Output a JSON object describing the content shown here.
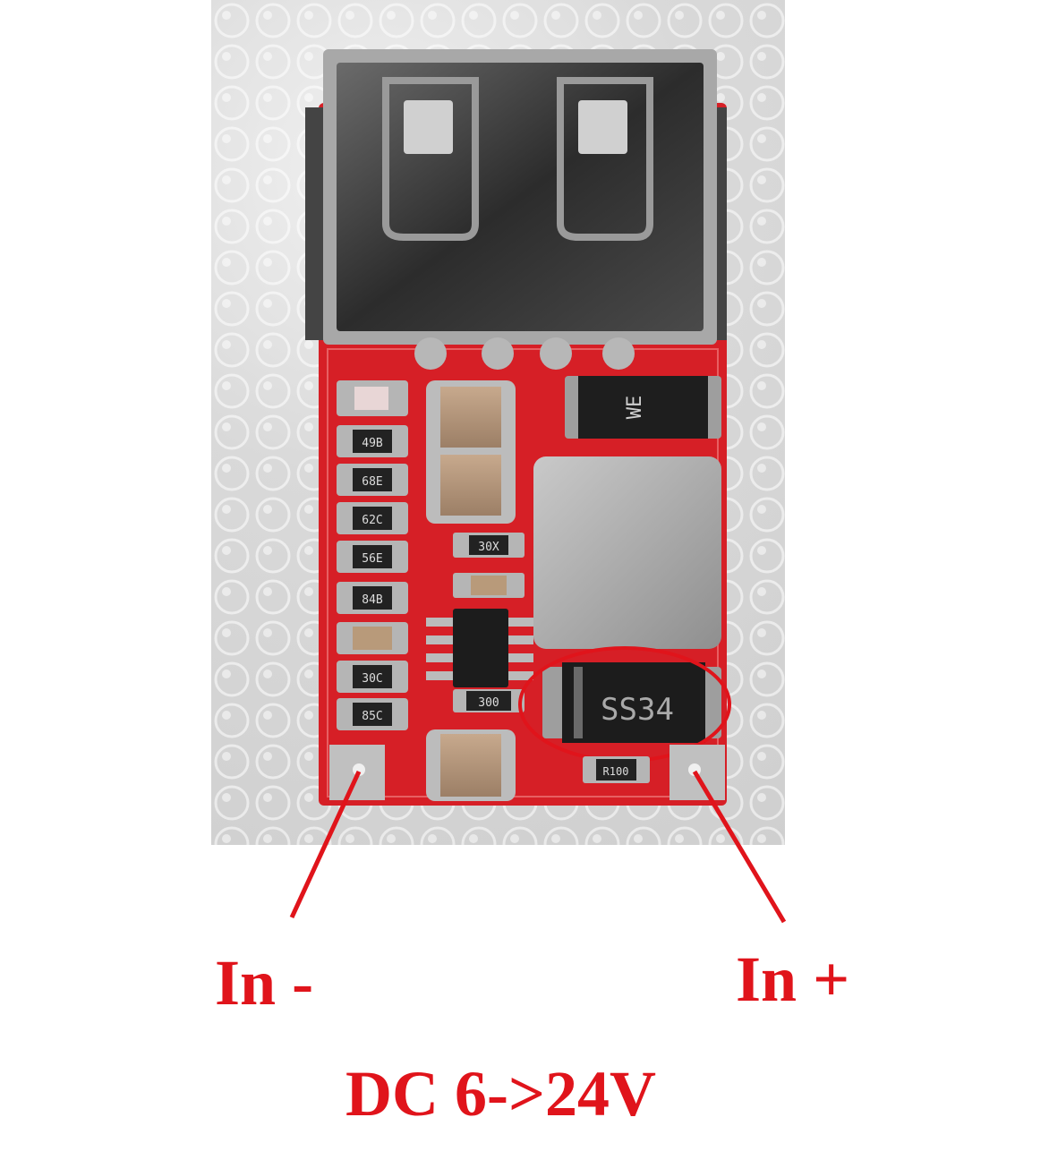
{
  "labels": {
    "input_negative": "In -",
    "input_positive": "In +",
    "voltage_range": "DC 6->24V"
  },
  "board_markings": {
    "diode": "SS34",
    "ic_top": "WE",
    "resistors": [
      "49B",
      "68E",
      "62C",
      "56E",
      "84B",
      "30C",
      "85C"
    ],
    "cap_mark": "30X",
    "small_mark": "300",
    "bottom_resistor": "R100"
  },
  "colors": {
    "accent_red": "#e0141b",
    "pcb_red": "#d61f26"
  }
}
